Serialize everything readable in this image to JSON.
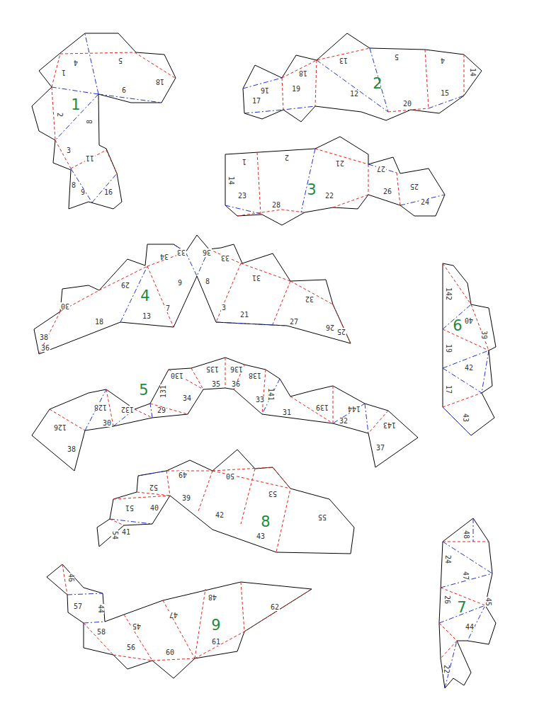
{
  "diagram": {
    "labels": [
      "1",
      "4",
      "5",
      "1",
      "6",
      "18",
      "2",
      "8",
      "3",
      "11",
      "8",
      "9",
      "16",
      "2",
      "13",
      "5",
      "4",
      "14",
      "16",
      "18",
      "17",
      "19",
      "12",
      "20",
      "15",
      "3",
      "1",
      "2",
      "21",
      "14",
      "23",
      "28",
      "22",
      "27",
      "26",
      "25",
      "24",
      "4",
      "29",
      "30",
      "18",
      "13",
      "7",
      "9",
      "34",
      "33",
      "36",
      "33",
      "8",
      "31",
      "3",
      "21",
      "27",
      "32",
      "26",
      "25",
      "38",
      "36",
      "5",
      "126",
      "128",
      "132",
      "130",
      "131",
      "135",
      "136",
      "138",
      "141",
      "139",
      "144",
      "143",
      "38",
      "30",
      "29",
      "34",
      "35",
      "36",
      "33",
      "31",
      "32",
      "37",
      "6",
      "142",
      "40",
      "39",
      "19",
      "42",
      "17",
      "43",
      "7",
      "48",
      "24",
      "47",
      "26",
      "45",
      "44",
      "22",
      "8",
      "49",
      "50",
      "52",
      "53",
      "51",
      "40",
      "39",
      "42",
      "43",
      "55",
      "41",
      "54",
      "9",
      "46",
      "57",
      "44",
      "58",
      "45",
      "47",
      "48",
      "62",
      "56",
      "60",
      "61"
    ]
  }
}
